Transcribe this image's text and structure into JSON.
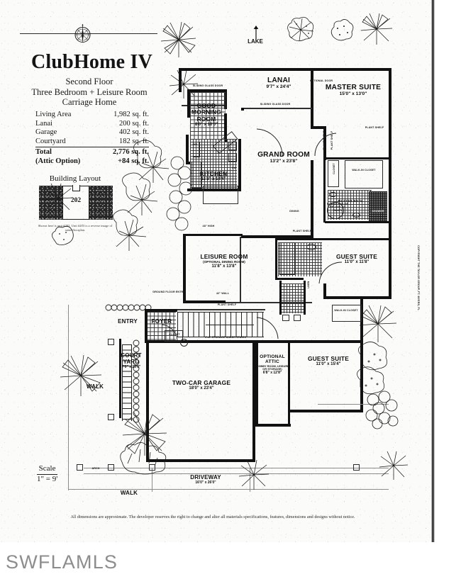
{
  "sheet": {
    "title": "ClubHome IV",
    "subtitle_lines": [
      "Second Floor",
      "Three Bedroom + Leisure Room",
      "Carriage Home"
    ],
    "specs": [
      {
        "label": "Living Area",
        "value": "1,982 sq. ft.",
        "bold": false
      },
      {
        "label": "Lanai",
        "value": "200 sq. ft.",
        "bold": false
      },
      {
        "label": "Garage",
        "value": "402 sq. ft.",
        "bold": false
      },
      {
        "label": "Courtyard",
        "value": "182 sq. ft.",
        "bold": false
      },
      {
        "label": "Total",
        "value": "2,776 sq. ft.",
        "bold": true
      },
      {
        "label": "(Attic Option)",
        "value": "+84 sq. ft.",
        "bold": true
      }
    ],
    "building_layout": {
      "heading": "Building Layout",
      "unit_number": "202",
      "note": "Shown here is unit #202. Unit #203 is a reverse image of same floorplan."
    },
    "scale": {
      "word": "Scale",
      "value": "1\" = 9'"
    },
    "disclaimer": "All dimensions are approximate. The developer reserves the right to change and alter all materials specifications, features, dimensions and designs without notice.",
    "side_credit": "COPYRIGHT THE TAYLOR GROUP, FT. MYERS, FL",
    "watermark": "SWFLAMLS",
    "orientation_label": "LAKE",
    "compass_icon": "compass-rose-icon",
    "north_arrow_icon": "north-arrow-icon"
  },
  "rooms": [
    {
      "id": "lanai",
      "name": "LANAI",
      "dim": "9'7\" x 24'4\""
    },
    {
      "id": "master-suite",
      "name": "MASTER SUITE",
      "dim": "15'0\" x 13'0\""
    },
    {
      "id": "good-morning",
      "name": "GOOD MORNING ROOM",
      "dim": "8'0\" x 10'0\""
    },
    {
      "id": "grand-room",
      "name": "GRAND ROOM",
      "dim": "13'2\" x 23'8\""
    },
    {
      "id": "kitchen",
      "name": "KITCHEN",
      "dim": "11'2\" x 14'4\""
    },
    {
      "id": "leisure-room",
      "name": "LEISURE ROOM",
      "sub": "(OPTIONAL DINING ROOM)",
      "dim": "11'8\" x 13'8\""
    },
    {
      "id": "guest-suite-1",
      "name": "GUEST SUITE",
      "dim": "11'0\" x 11'8\""
    },
    {
      "id": "guest-suite-2",
      "name": "GUEST SUITE",
      "dim": "11'0\" x 15'4\""
    },
    {
      "id": "optional-attic",
      "name": "OPTIONAL ATTIC",
      "sub": "(HOBBY ROOM, LEISURE OR STORAGE)",
      "dim": "6'8\" x 12'8\""
    },
    {
      "id": "two-car-garage",
      "name": "TWO-CAR GARAGE",
      "dim": "18'0\" x 23'4\""
    },
    {
      "id": "court-yard",
      "name": "COURT YARD",
      "dim": "7'0\" x 25'0\""
    },
    {
      "id": "driveway",
      "name": "DRIVEWAY",
      "dim": "16'0\" x 26'0\""
    },
    {
      "id": "master-bath",
      "name": "MASTER BATH",
      "dim": ""
    },
    {
      "id": "entry",
      "name": "ENTRY",
      "dim": ""
    },
    {
      "id": "foyer",
      "name": "FOYER",
      "dim": ""
    },
    {
      "id": "walk-left",
      "name": "WALK",
      "dim": ""
    },
    {
      "id": "walk-bottom",
      "name": "WALK",
      "dim": ""
    },
    {
      "id": "dining",
      "name": "DINING",
      "dim": ""
    }
  ],
  "annotations": {
    "optional_door": "OPTIONAL DOOR",
    "sliding_glass_door_1": "SLIDING GLASS DOOR",
    "sliding_glass_door_2": "SLIDING GLASS DOOR",
    "plant_shelf_1": "PLANT SHELF",
    "plant_shelf_2": "PLANT SHELF",
    "plant_shelf_3": "PLANT SHELF",
    "plant_shelf_4": "PLANT SHELF",
    "plant_shelf_5": "PLANT SHELF",
    "walk_in_closet_1": "WALK-IN CLOSET",
    "walk_in_closet_2": "WALK-IN CLOSET",
    "closet_master": "CLOSET",
    "closet_foyer": "CLOSET",
    "roman_tub": "ROMAN TUB OR DELUXE 12' VANITY",
    "shower": "SHOWER",
    "linen": "LINEN",
    "refrigerator": "REF",
    "dishwasher": "DW",
    "forty_eight_high": "48\" HIGH",
    "forty_two_wall": "42\" WALL",
    "ground_floor_entry": "GROUND FLOOR ENTRY",
    "storage_under_stairs": "4'x8' STORAGE UNDER STAIRS",
    "mech": "MECH",
    "arch": "ARCH"
  }
}
